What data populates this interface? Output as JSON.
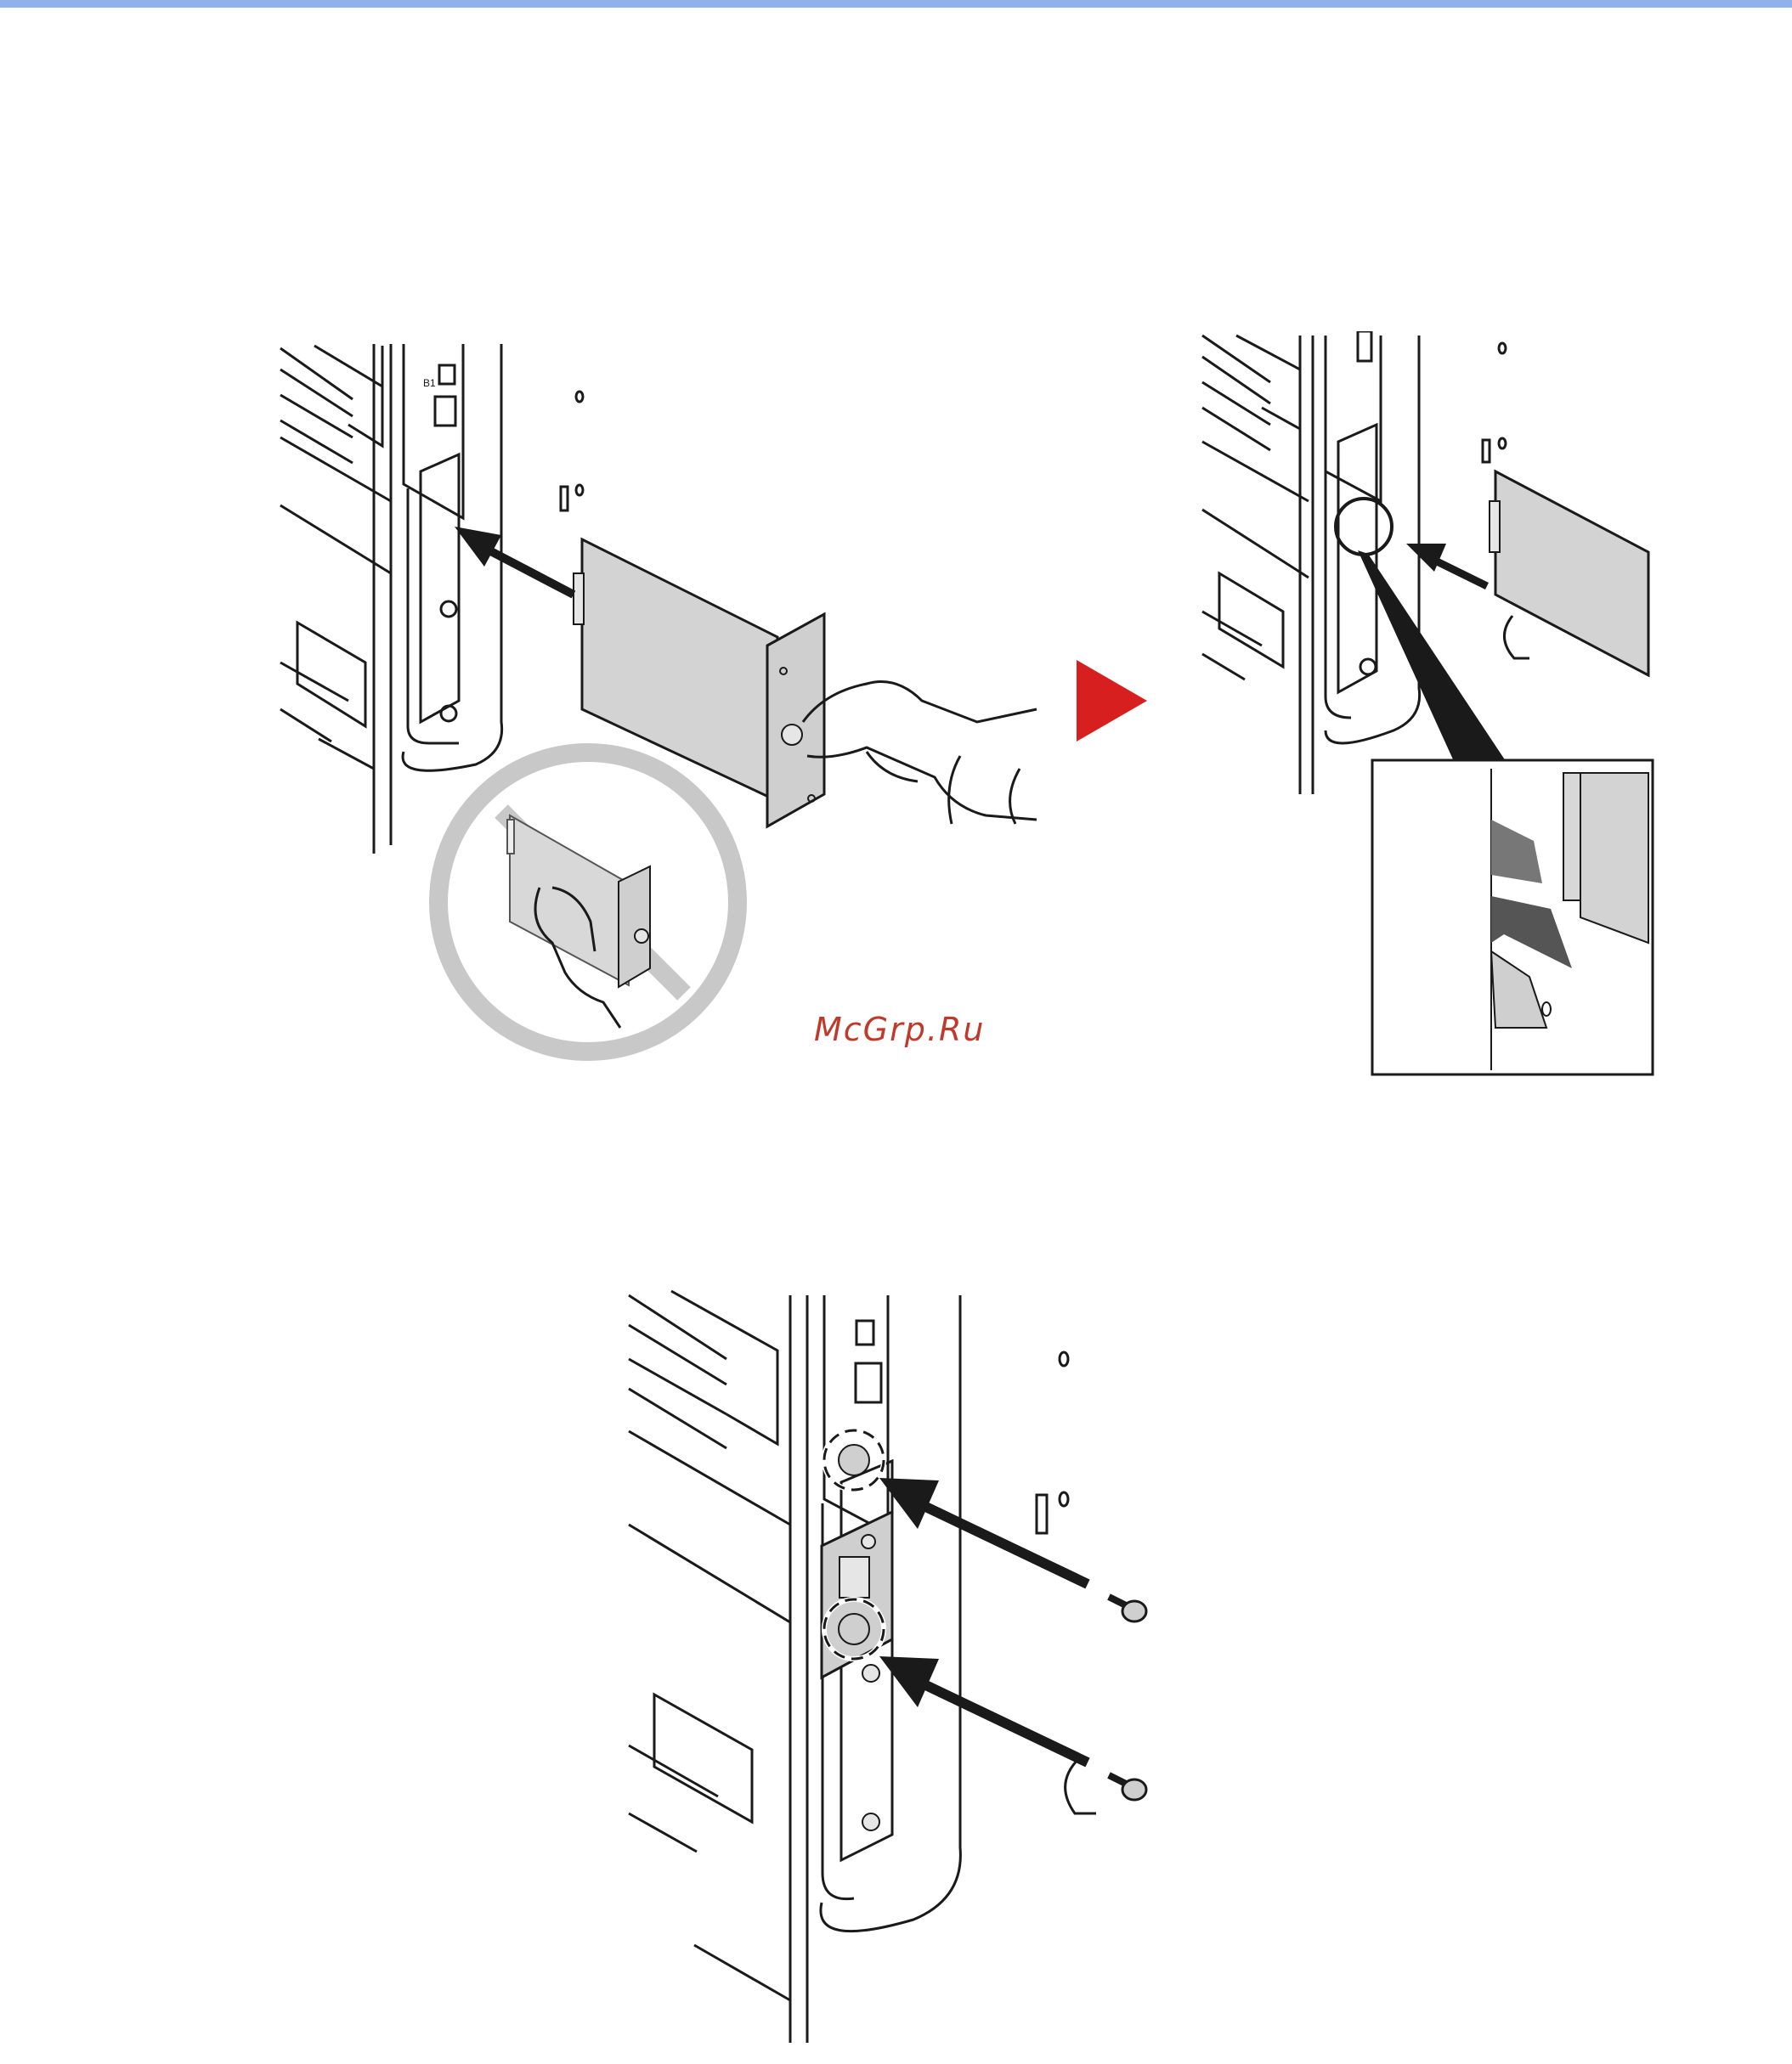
{
  "colors": {
    "top_rule": "#8fb2ec",
    "arrow_next": "#d81f1f",
    "watermark": "#c0392b",
    "prohibit_sign": "#c8c8c8",
    "card_fill": "#d3d3d3",
    "line": "#1a1a1a"
  },
  "watermark": {
    "text": "McGrp.Ru"
  },
  "machine_port_label": "B1",
  "figures": [
    {
      "id": "insert-card",
      "icons": [
        "machine-rear-panel-icon",
        "network-card-icon",
        "hand-icon",
        "insert-arrow-icon"
      ]
    },
    {
      "id": "wrong-grip",
      "icons": [
        "prohibited-sign-icon",
        "network-card-icon",
        "hand-icon"
      ]
    },
    {
      "id": "next-step",
      "icons": [
        "next-step-arrow-icon"
      ]
    },
    {
      "id": "card-guide-detail",
      "icons": [
        "machine-rear-panel-icon",
        "magnifier-circle-icon",
        "detail-inset-icon"
      ]
    },
    {
      "id": "fasten-screws",
      "icons": [
        "machine-rear-panel-icon",
        "screw-icon",
        "screw-icon",
        "dashed-circle-icon"
      ]
    }
  ]
}
